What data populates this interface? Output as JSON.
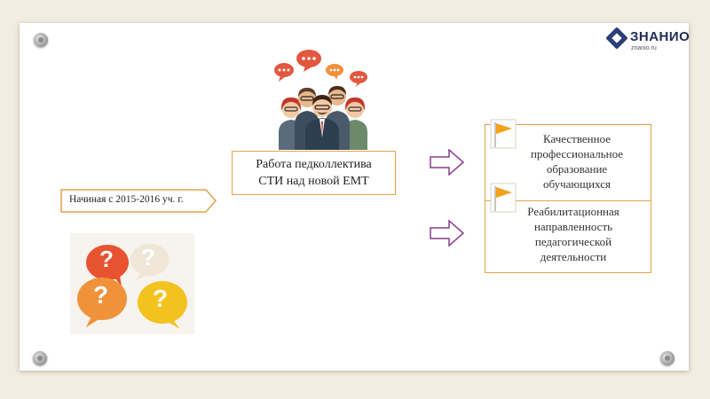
{
  "logo": {
    "name": "ЗНАНИО",
    "site": "znanio.ru"
  },
  "center_box": {
    "line1": "Работа педколлектива",
    "line2": "СТИ над новой ЕМТ"
  },
  "start_label": "Начиная с 2015-2016 уч. г.",
  "cards": [
    {
      "lines": [
        "Качественное",
        "профессиональное",
        "образование",
        "обучающихся"
      ]
    },
    {
      "lines": [
        "Реабилитационная",
        "направленность",
        "педагогической",
        "деятельности"
      ]
    }
  ],
  "question_mark": "?",
  "colors": {
    "accent": "#e3a24a",
    "arrow": "#8a3d8f",
    "flag": "#f3a21b"
  }
}
